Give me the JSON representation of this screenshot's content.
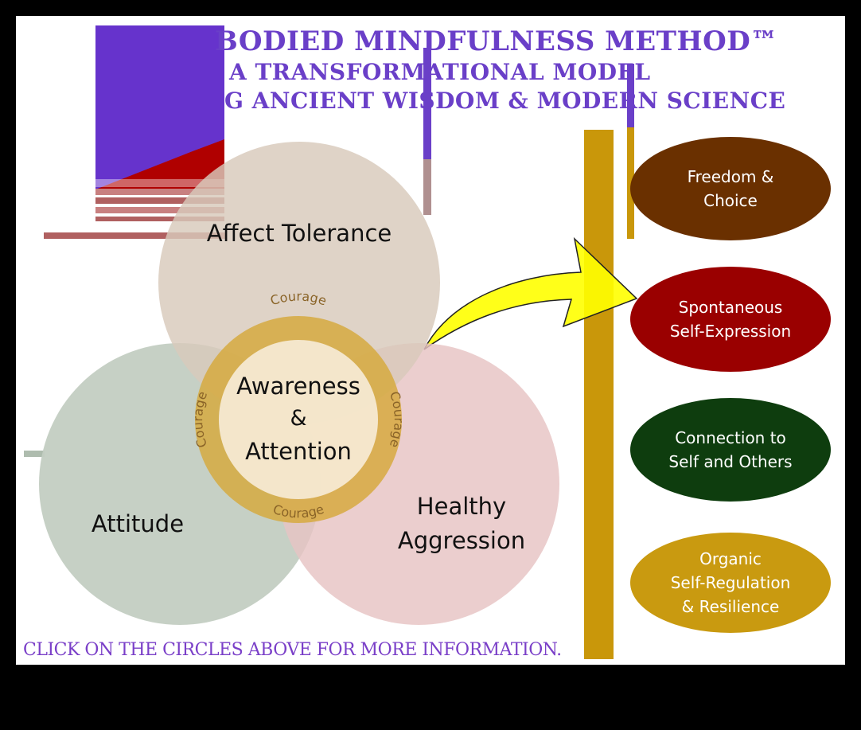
{
  "title": {
    "line1": "BODIED MINDFULNESS METHOD™",
    "line2": "A TRANSFORMATIONAL MODEL",
    "line3": "G ANCIENT WISDOM & MODERN SCIENCE"
  },
  "circles": {
    "affect_tolerance": "Affect Tolerance",
    "attitude": "Attitude",
    "healthy_aggression_line1": "Healthy",
    "healthy_aggression_line2": "Aggression",
    "center_line1": "Awareness",
    "center_line2": "&",
    "center_line3": "Attention",
    "ring_label": "Courage"
  },
  "outcomes": [
    {
      "line1": "Freedom &",
      "line2": "Choice",
      "line3": ""
    },
    {
      "line1": "Spontaneous",
      "line2": "Self-Expression",
      "line3": ""
    },
    {
      "line1": "Connection to",
      "line2": "Self and Others",
      "line3": ""
    },
    {
      "line1": "Organic",
      "line2": "Self-Regulation",
      "line3": "& Resilience"
    }
  ],
  "footer": {
    "instruction": "CLICK ON THE CIRCLES ABOVE FOR MORE INFORMATION."
  },
  "colors": {
    "title_purple": "#6a3fc8",
    "affect_tolerance": "#d8c9bb",
    "attitude": "#c3cec2",
    "healthy_aggression": "#e6c3c3",
    "courage_ring": "#d6a83a",
    "center": "#f7ecd8",
    "gold_bar": "#c9970a",
    "arrow": "#ffff00",
    "freedom": "#6a3000",
    "spontaneous": "#9a0000",
    "connection": "#0e3d0e",
    "organic": "#c99a10"
  }
}
